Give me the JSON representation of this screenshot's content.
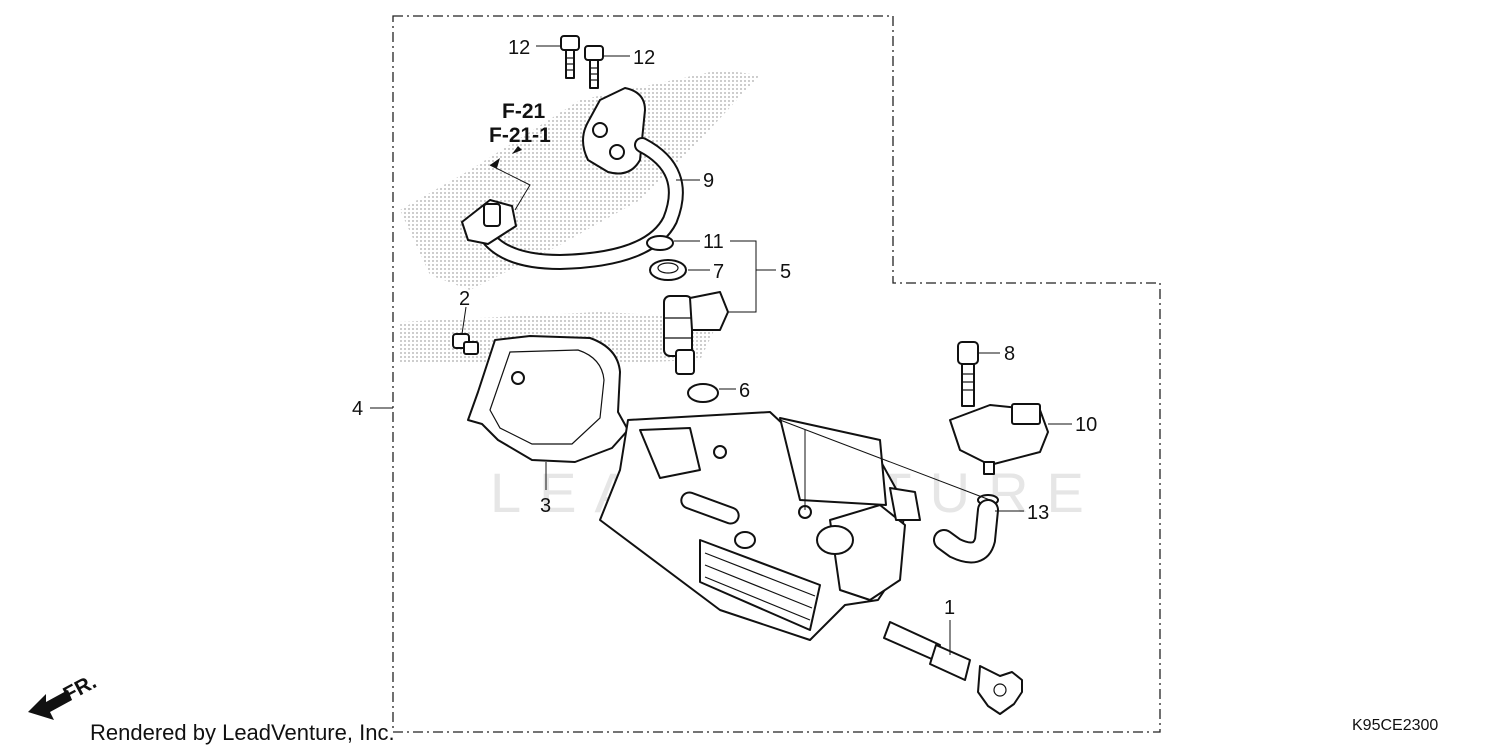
{
  "callouts": {
    "c1": "1",
    "c2": "2",
    "c3": "3",
    "c4": "4",
    "c5": "5",
    "c6": "6",
    "c7": "7",
    "c8": "8",
    "c9": "9",
    "c10": "10",
    "c11": "11",
    "c12a": "12",
    "c12b": "12",
    "c13": "13"
  },
  "references": {
    "ref1": "F-21",
    "ref2": "F-21-1"
  },
  "front_label": "FR.",
  "footer": {
    "rendered_by": "Rendered by LeadVenture, Inc.",
    "diagram_code": "K95CE2300"
  },
  "watermark": "LEADVENTURE",
  "colors": {
    "ink": "#111111",
    "shade": "#bdbdbd",
    "watermark": "#e6e6e6"
  }
}
